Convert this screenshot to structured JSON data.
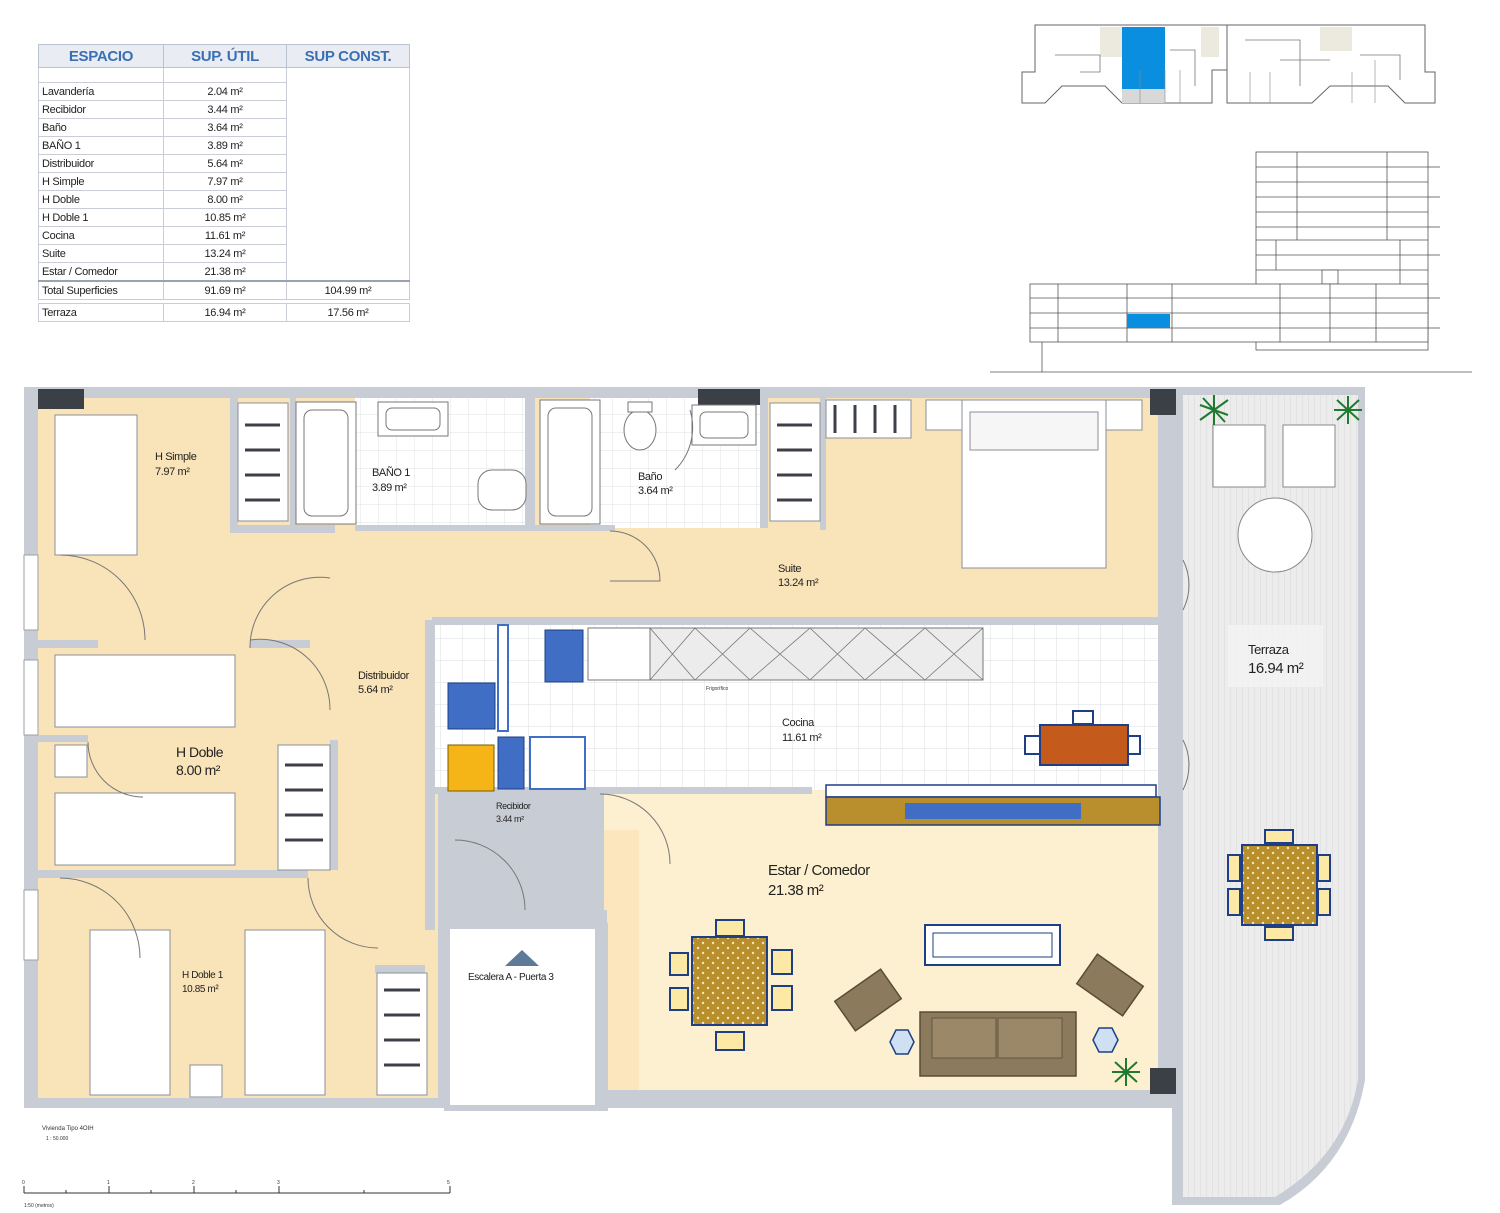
{
  "table": {
    "headers": [
      "ESPACIO",
      "SUP. ÚTIL",
      "SUP CONST."
    ],
    "rows": [
      {
        "space": "Lavandería",
        "util": "2.04 m²"
      },
      {
        "space": "Recibidor",
        "util": "3.44 m²"
      },
      {
        "space": "Baño",
        "util": "3.64 m²"
      },
      {
        "space": "BAÑO 1",
        "util": "3.89 m²"
      },
      {
        "space": "Distribuidor",
        "util": "5.64 m²"
      },
      {
        "space": "H Simple",
        "util": "7.97 m²"
      },
      {
        "space": "H Doble",
        "util": "8.00 m²"
      },
      {
        "space": "H Doble 1",
        "util": "10.85 m²"
      },
      {
        "space": "Cocina",
        "util": "11.61 m²"
      },
      {
        "space": "Suite",
        "util": "13.24 m²"
      },
      {
        "space": "Estar / Comedor",
        "util": "21.38 m²"
      }
    ],
    "total": {
      "space": "Total Superficies",
      "util": "91.69 m²",
      "const": "104.99 m²"
    },
    "terrace": {
      "space": "Terraza",
      "util": "16.94 m²",
      "const": "17.56 m²"
    }
  },
  "rooms": {
    "h_simple": {
      "name": "H Simple",
      "area": "7.97 m²"
    },
    "bano1": {
      "name": "BAÑO 1",
      "area": "3.89 m²"
    },
    "bano": {
      "name": "Baño",
      "area": "3.64 m²"
    },
    "suite": {
      "name": "Suite",
      "area": "13.24 m²"
    },
    "distribuidor": {
      "name": "Distribuidor",
      "area": "5.64 m²"
    },
    "h_doble": {
      "name": "H Doble",
      "area": "8.00 m²"
    },
    "cocina": {
      "name": "Cocina",
      "area": "11.61 m²"
    },
    "recibidor": {
      "name": "Recibidor",
      "area": "3.44 m²"
    },
    "estar": {
      "name": "Estar / Comedor",
      "area": "21.38 m²"
    },
    "h_doble1": {
      "name": "H Doble 1",
      "area": "10.85 m²"
    },
    "terraza": {
      "name": "Terraza",
      "area": "16.94 m²"
    }
  },
  "entrance_label": "Escalera A - Puerta 3",
  "appliance_label": "Frigorífico",
  "plan_caption": "Vivienda Tipo 4OIH",
  "plan_caption_scale": "1 : 50.000",
  "scale_bar": {
    "ticks": [
      "0",
      "1",
      "2",
      "3",
      "5"
    ],
    "unit": "1:50 (metros)"
  },
  "colors": {
    "floor_beige": "#f9e3b8",
    "living_floor": "#fdf0d0",
    "terrace_floor": "#e8e8e8",
    "tile": "#ffffff",
    "wall": "#c8ccd4",
    "appliance_blue": "#3f6ec4",
    "table_yellow": "#b88f2c",
    "sofa_brown": "#8c7a5c",
    "kitchen_table": "#c45a1c",
    "highlight_blue": "#0a8fe0"
  }
}
